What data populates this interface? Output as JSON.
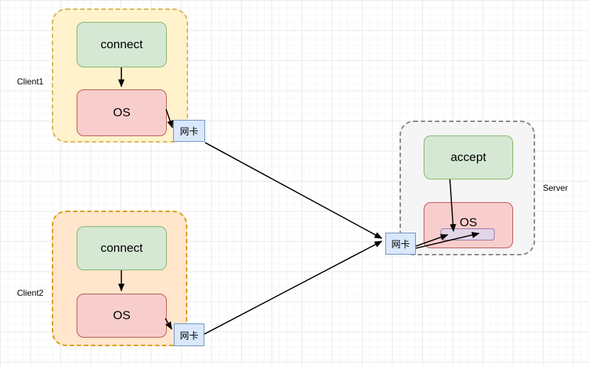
{
  "client1": {
    "label": "Client1",
    "connect_label": "connect",
    "os_label": "OS",
    "nic_label": "网卡"
  },
  "client2": {
    "label": "Client2",
    "connect_label": "connect",
    "os_label": "OS",
    "nic_label": "网卡"
  },
  "server": {
    "label": "Server",
    "accept_label": "accept",
    "os_label": "OS",
    "nic_label": "网卡"
  },
  "edges": [
    {
      "from": "client1.connect",
      "to": "client1.os"
    },
    {
      "from": "client1.os",
      "to": "client1.nic"
    },
    {
      "from": "client1.nic",
      "to": "server.nic"
    },
    {
      "from": "client2.connect",
      "to": "client2.os"
    },
    {
      "from": "client2.os",
      "to": "client2.nic"
    },
    {
      "from": "client2.nic",
      "to": "server.nic"
    },
    {
      "from": "server.accept",
      "to": "server.os_queue"
    },
    {
      "from": "server.nic",
      "to": "server.os_queue"
    },
    {
      "from": "server.nic",
      "to": "server.os_queue_end"
    }
  ],
  "colors": {
    "client1_fill": "#FFF2CC",
    "client1_border": "#D6B656",
    "client2_fill": "#FFE6CC",
    "client2_border": "#D79B00",
    "server_fill": "#F5F5F5",
    "server_border": "#848484",
    "green_fill": "#D5E8D4",
    "green_border": "#82B366",
    "red_fill": "#F8CECC",
    "red_border": "#B85450",
    "blue_fill": "#DAE8FC",
    "blue_border": "#6C8EBF",
    "purple_fill": "#E1D5E7",
    "purple_border": "#9673A6",
    "arrow": "#000000",
    "grid_major": "#E9E9E9",
    "grid_minor": "#F6F6F6"
  }
}
